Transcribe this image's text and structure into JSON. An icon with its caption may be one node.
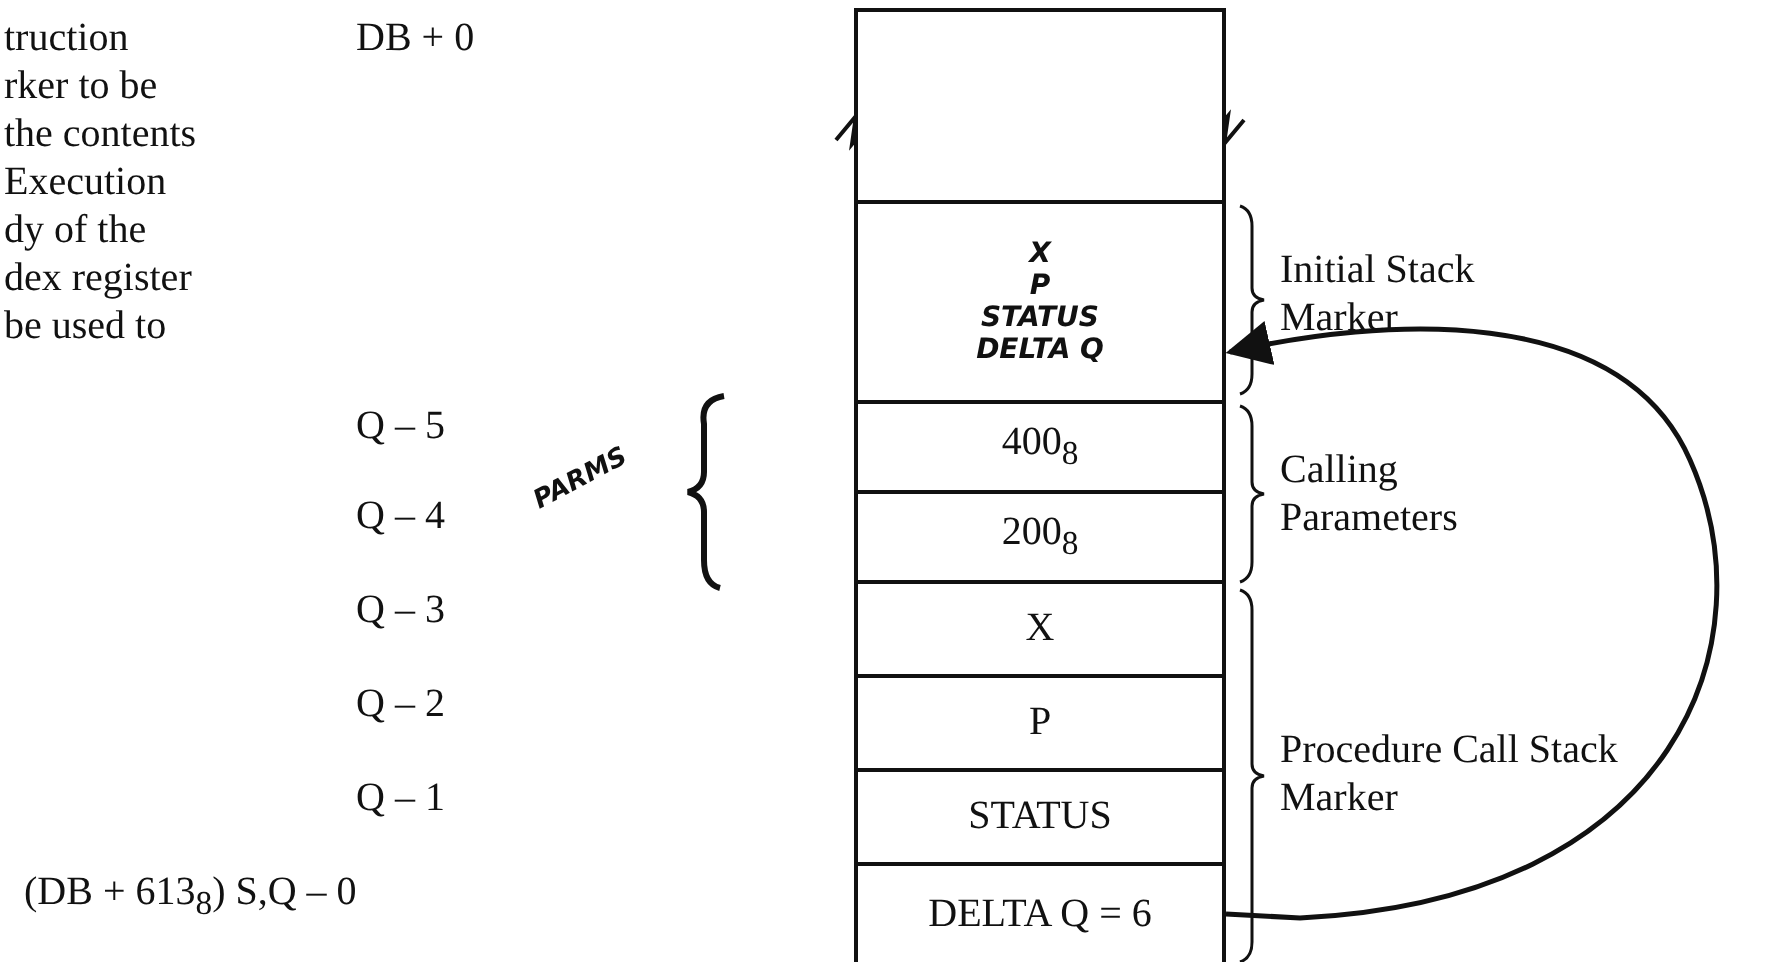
{
  "diagram": {
    "nodes": [
      {
        "text": [],
        "shape": "box"
      },
      {
        "text": [
          "X",
          "P",
          "STATUS",
          "DELTA Q"
        ]
      },
      {
        "text": [
          "400$_{8}$"
        ]
      },
      {
        "text": [
          "200$_{8}$"
        ]
      },
      {
        "text": [
          "X"
        ]
      },
      {
        "text": [
          "P"
        ]
      },
      {
        "text": [
          "STATUS"
        ]
      },
      {
        "text": [
          "DELTA Q = 6"
        ]
      }
    ],
    "edges": [
      {
        "from": 7,
        "to": 1,
        "arrow": "to"
      }
    ],
    "labels": [
      "truction",
      "rker to be",
      "the contents",
      "Execution",
      "dy of the",
      "dex register",
      "be used to",
      "DB + 0",
      "Initial Stack Marker",
      "Q – 5",
      "PARMS",
      "Calling Parameters",
      "Q – 4",
      "Q – 3",
      "Q – 2",
      "Procedure Call Stack Marker",
      "Q – 1",
      "(DB + 613$_{8}$) S,Q – 0"
    ]
  }
}
